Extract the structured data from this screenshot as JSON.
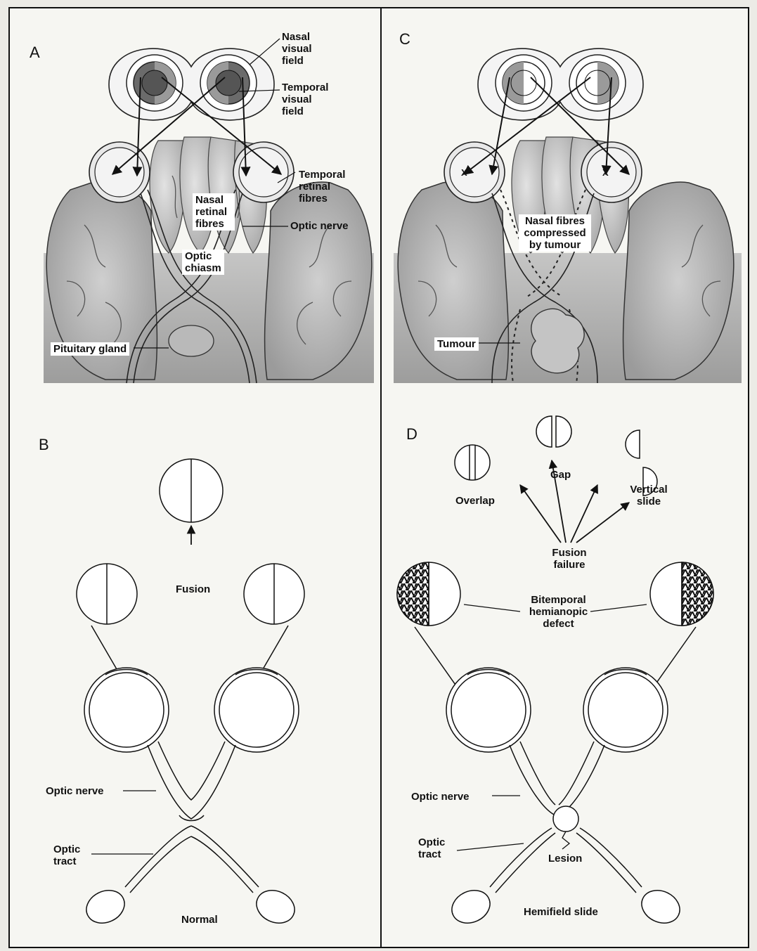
{
  "panels": {
    "A": {
      "letter": "A",
      "labels": {
        "nasal_visual_field": "Nasal visual field",
        "temporal_visual_field": "Temporal visual field",
        "temporal_retinal_fibres": "Temporal retinal fibres",
        "nasal_retinal_fibres": "Nasal retinal fibres",
        "optic_nerve": "Optic nerve",
        "optic_chiasm": "Optic chiasm",
        "pituitary_gland": "Pituitary gland"
      }
    },
    "B": {
      "letter": "B",
      "labels": {
        "fusion": "Fusion",
        "optic_nerve": "Optic nerve",
        "optic_tract": "Optic tract",
        "caption": "Normal"
      }
    },
    "C": {
      "letter": "C",
      "labels": {
        "nasal_fibres_compressed": "Nasal fibres compressed by tumour",
        "tumour": "Tumour",
        "marker": "X"
      }
    },
    "D": {
      "letter": "D",
      "labels": {
        "overlap": "Overlap",
        "gap": "Gap",
        "vertical_slide": "Vertical slide",
        "fusion_failure": "Fusion failure",
        "bitemporal_defect": "Bitemporal hemianopic defect",
        "optic_nerve": "Optic nerve",
        "optic_tract": "Optic tract",
        "lesion": "Lesion",
        "caption": "Hemifield slide"
      }
    }
  }
}
